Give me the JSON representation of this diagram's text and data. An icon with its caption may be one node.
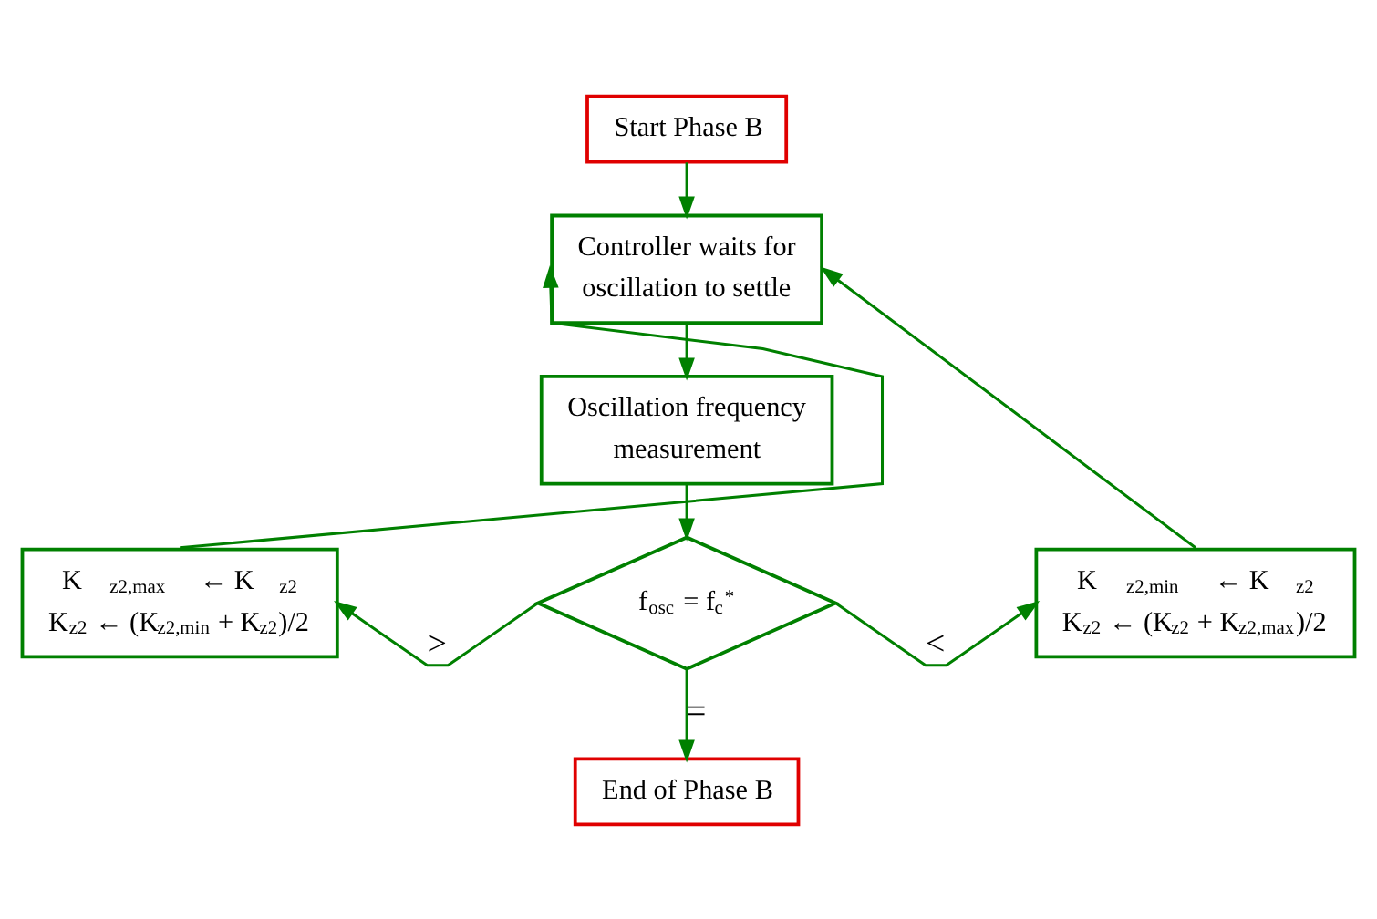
{
  "diagram": {
    "nodes": [
      {
        "text": [
          "Start Phase B"
        ]
      },
      {
        "text": [
          "Controller waits for oscillation to settle"
        ]
      },
      {
        "text": [
          "Oscillation frequency measurement"
        ]
      },
      {
        "text": [
          "f$_{osc}$ = f$_{c}$$^{*}$"
        ]
      },
      {
        "text": [
          "K$_{z2,max}$ ← K$_{z2}$",
          "K$_{z2}$ ← (K$_{z2,min}$ + K$_{z2}$)/2"
        ]
      },
      {
        "text": [
          "K$_{z2,min}$ ← K$_{z2}$",
          "K$_{z2}$ ← (K$_{z2}$ + K$_{z2,max}$)/2"
        ]
      },
      {
        "text": [
          "End of Phase B"
        ]
      }
    ],
    "edges": [
      {
        "from": 0,
        "to": 1,
        "arrow": "to"
      },
      {
        "from": 1,
        "to": 2,
        "arrow": "to"
      },
      {
        "from": 2,
        "to": 3,
        "arrow": "to"
      },
      {
        "from": 3,
        "to": 4,
        "arrow": "to",
        "label": ">"
      },
      {
        "from": 3,
        "to": 5,
        "arrow": "to",
        "label": "<"
      },
      {
        "from": 3,
        "to": 6,
        "arrow": "to",
        "label": "="
      },
      {
        "from": 4,
        "to": 1,
        "arrow": "to"
      },
      {
        "from": 5,
        "to": 1,
        "arrow": "to"
      }
    ]
  }
}
